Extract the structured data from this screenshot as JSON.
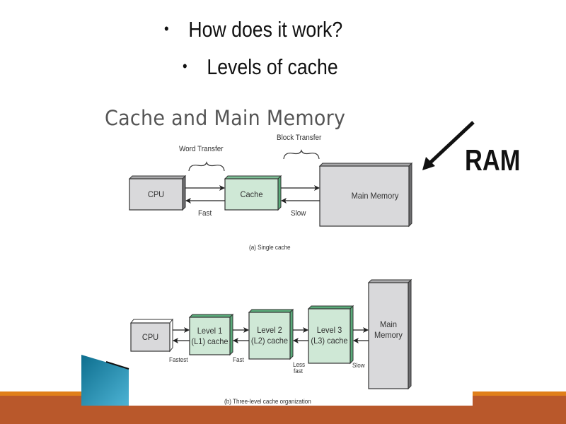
{
  "slide": {
    "bullets": [
      {
        "marker": "•",
        "text": "How does it work?"
      },
      {
        "marker": "•",
        "text": "Levels of cache"
      }
    ],
    "annotation": {
      "label": "RAM",
      "arrow": "arrow-pointing-to-main-memory"
    },
    "colors": {
      "band_orange": "#e07f1a",
      "band_rust": "#b9582b",
      "teal_accent": "#1b8bb0",
      "box_gray": "#d9d9db",
      "box_green": "#cfe8d6",
      "box_green_side": "#5aab7a"
    }
  },
  "figure": {
    "title": "Cache and Main Memory",
    "single_cache": {
      "caption": "(a) Single cache",
      "boxes": [
        "CPU",
        "Cache",
        "Main Memory"
      ],
      "brace_labels": [
        "Word Transfer",
        "Block Transfer"
      ],
      "speed_labels": [
        "Fast",
        "Slow"
      ]
    },
    "three_level": {
      "caption": "(b) Three-level cache organization",
      "boxes": [
        {
          "line1": "CPU",
          "line2": ""
        },
        {
          "line1": "Level 1",
          "line2": "(L1) cache"
        },
        {
          "line1": "Level 2",
          "line2": "(L2) cache"
        },
        {
          "line1": "Level 3",
          "line2": "(L3) cache"
        },
        {
          "line1": "Main",
          "line2": "Memory"
        }
      ],
      "speed_labels": [
        "Fastest",
        "Fast",
        "Less",
        "fast",
        "Slow"
      ]
    }
  }
}
